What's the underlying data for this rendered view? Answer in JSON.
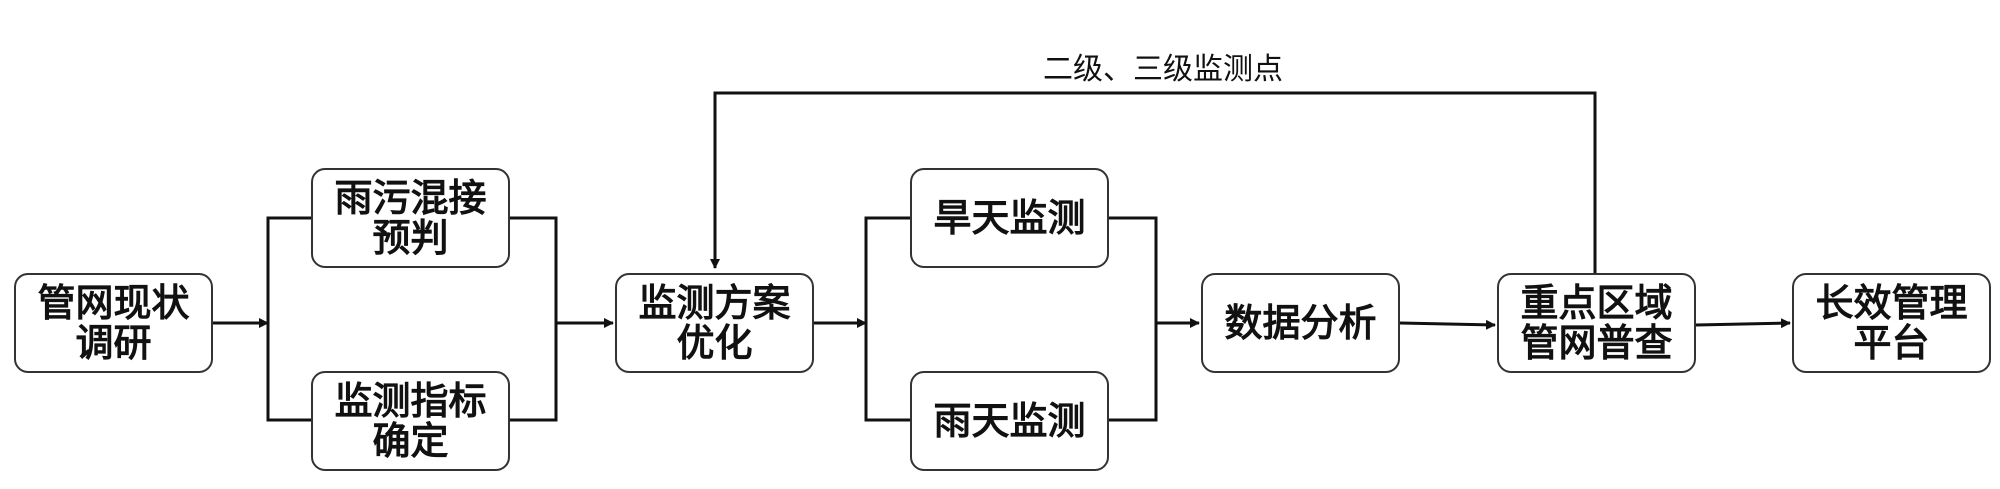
{
  "nodes": {
    "survey": "管网现状\n调研",
    "mixed_connection": "雨污混接\n预判",
    "indicators": "监测指标\n确定",
    "plan_optimization": "监测方案\n优化",
    "dry_monitoring": "旱天监测",
    "rain_monitoring": "雨天监测",
    "data_analysis": "数据分析",
    "key_area_survey": "重点区域\n管网普查",
    "platform": "长效管理\n平台"
  },
  "feedback_label": "二级、三级监测点",
  "colors": {
    "line": "#111111",
    "box_border": "#333333",
    "text": "#111111"
  }
}
